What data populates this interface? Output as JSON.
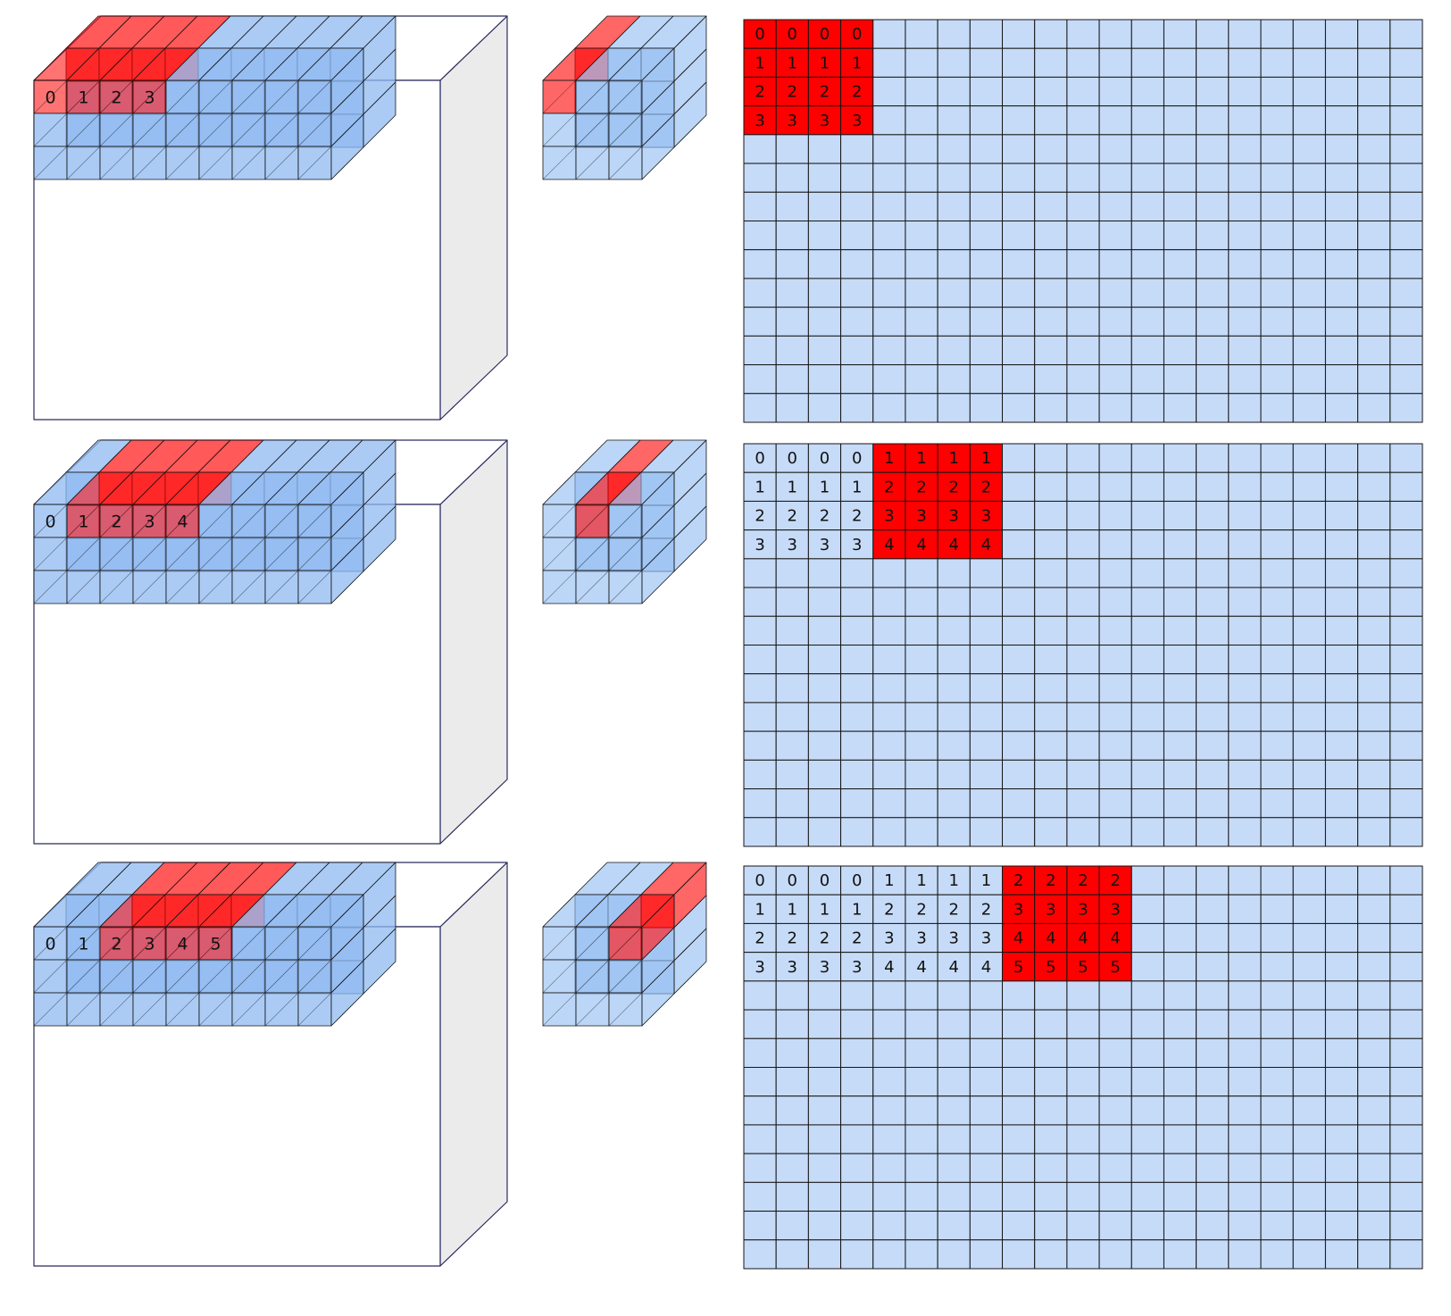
{
  "colors": {
    "cell_blue": "#c6dbf8",
    "cell_blue_strong": "#8fbaf1",
    "cell_red": "#ff0000",
    "line": "#161616",
    "box_side": "#ebebeb",
    "box_outline": "#2b2b5e"
  },
  "panels": [
    {
      "cube_labels": [
        "0",
        "1",
        "2",
        "3"
      ],
      "cube_label_start": 0,
      "cube_highlight_start": 0,
      "kernel_highlight_col": 0,
      "matrix_rows": [
        [
          "0",
          "0",
          "0",
          "0"
        ],
        [
          "1",
          "1",
          "1",
          "1"
        ],
        [
          "2",
          "2",
          "2",
          "2"
        ],
        [
          "3",
          "3",
          "3",
          "3"
        ]
      ],
      "matrix_red_start_col": 0
    },
    {
      "cube_labels": [
        "0",
        "1",
        "2",
        "3",
        "4"
      ],
      "cube_label_start": 0,
      "cube_highlight_start": 1,
      "kernel_highlight_col": 1,
      "matrix_rows": [
        [
          "0",
          "0",
          "0",
          "0",
          "1",
          "1",
          "1",
          "1"
        ],
        [
          "1",
          "1",
          "1",
          "1",
          "2",
          "2",
          "2",
          "2"
        ],
        [
          "2",
          "2",
          "2",
          "2",
          "3",
          "3",
          "3",
          "3"
        ],
        [
          "3",
          "3",
          "3",
          "3",
          "4",
          "4",
          "4",
          "4"
        ]
      ],
      "matrix_red_start_col": 4
    },
    {
      "cube_labels": [
        "0",
        "1",
        "2",
        "3",
        "4",
        "5"
      ],
      "cube_label_start": 0,
      "cube_highlight_start": 2,
      "kernel_highlight_col": 2,
      "matrix_rows": [
        [
          "0",
          "0",
          "0",
          "0",
          "1",
          "1",
          "1",
          "1",
          "2",
          "2",
          "2",
          "2"
        ],
        [
          "1",
          "1",
          "1",
          "1",
          "2",
          "2",
          "2",
          "2",
          "3",
          "3",
          "3",
          "3"
        ],
        [
          "2",
          "2",
          "2",
          "2",
          "3",
          "3",
          "3",
          "3",
          "4",
          "4",
          "4",
          "4"
        ],
        [
          "3",
          "3",
          "3",
          "3",
          "4",
          "4",
          "4",
          "4",
          "5",
          "5",
          "5",
          "5"
        ]
      ],
      "matrix_red_start_col": 8
    }
  ]
}
